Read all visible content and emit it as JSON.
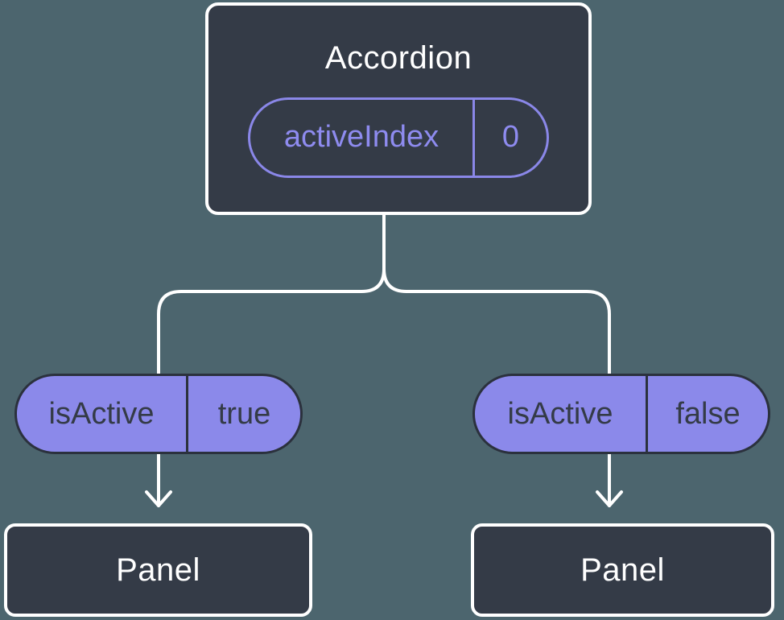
{
  "colors": {
    "background": "#4c656e",
    "node_fill": "#343b47",
    "node_border": "#ffffff",
    "node_text": "#ffffff",
    "pill_fill": "#8b89ea",
    "pill_border": "#2b313d",
    "pill_text_dark": "#343b47",
    "accent_purple": "#8a87e8",
    "accent_purple_text": "#8e8bef",
    "connector": "#ffffff"
  },
  "diagram": {
    "root": {
      "title": "Accordion",
      "prop": {
        "name": "activeIndex",
        "value": "0"
      }
    },
    "branches": [
      {
        "prop": {
          "name": "isActive",
          "value": "true"
        },
        "child": {
          "title": "Panel"
        }
      },
      {
        "prop": {
          "name": "isActive",
          "value": "false"
        },
        "child": {
          "title": "Panel"
        }
      }
    ]
  }
}
